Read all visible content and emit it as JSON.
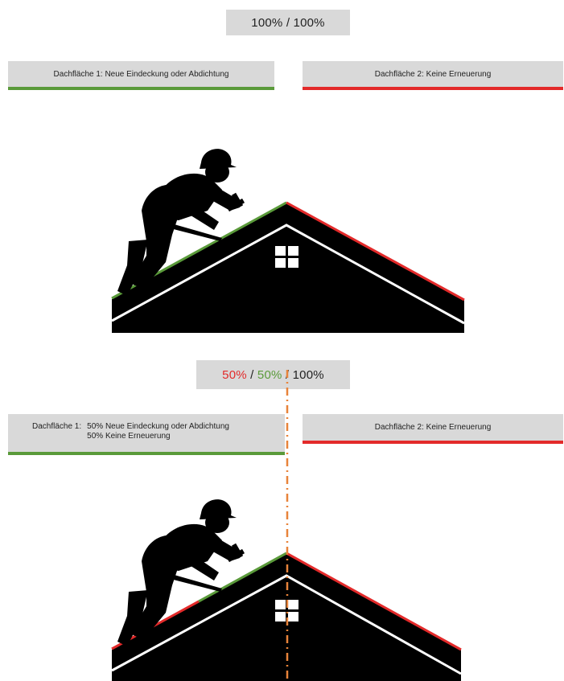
{
  "scenario_1": {
    "percentage": "100% / 100%",
    "roof_1_label": "Dachfläche 1: Neue Eindeckung oder Abdichtung",
    "roof_2_label": "Dachfläche 2: Keine Erneuerung",
    "roof_1_line_color": "#5a9a3a",
    "roof_2_line_color": "#e32a2a"
  },
  "scenario_2": {
    "pct_red": "50%",
    "sep_1": " / ",
    "pct_green": "50%",
    "sep_2": " / ",
    "pct_total": "100%",
    "roof_1_label_prefix": "Dachfläche 1:",
    "roof_1_line_a": "50% Neue Eindeckung oder Abdichtung",
    "roof_1_line_b": "50% Keine Erneuerung",
    "roof_2_label": "Dachfläche 2: Keine Erneuerung",
    "roof_1_line_color": "#5a9a3a",
    "roof_2_line_color": "#e32a2a",
    "divider_color": "#e8833a"
  },
  "colors": {
    "green": "#5a9a3a",
    "red": "#e32a2a",
    "box": "#d9d9d9"
  },
  "icons": [
    "roofer-silhouette-icon",
    "house-roof-icon",
    "window-icon"
  ]
}
